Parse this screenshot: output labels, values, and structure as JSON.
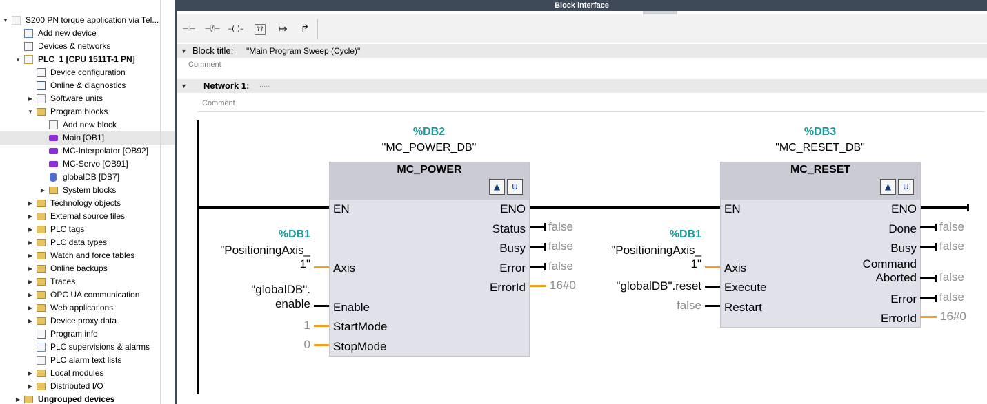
{
  "tree": {
    "items": [
      {
        "label": "S200 PN torque application via Tel...",
        "bold": false,
        "icon": "project-icon",
        "arrow": "open"
      },
      {
        "label": "Add new device",
        "bold": false,
        "icon": "add-device-icon",
        "arrow": ""
      },
      {
        "label": "Devices & networks",
        "bold": false,
        "icon": "network-icon",
        "arrow": ""
      },
      {
        "label": "PLC_1 [CPU 1511T-1 PN]",
        "bold": true,
        "icon": "plc-icon",
        "arrow": "open"
      },
      {
        "label": "Device configuration",
        "bold": false,
        "icon": "device-config-icon",
        "arrow": ""
      },
      {
        "label": "Online & diagnostics",
        "bold": false,
        "icon": "diagnostics-icon",
        "arrow": ""
      },
      {
        "label": "Software units",
        "bold": false,
        "icon": "software-units-icon",
        "arrow": "closed"
      },
      {
        "label": "Program blocks",
        "bold": false,
        "icon": "folder-icon",
        "arrow": "open"
      },
      {
        "label": "Add new block",
        "bold": false,
        "icon": "add-block-icon",
        "arrow": ""
      },
      {
        "label": "Main [OB1]",
        "bold": false,
        "icon": "ob-block-icon",
        "arrow": ""
      },
      {
        "label": "MC-Interpolator [OB92]",
        "bold": false,
        "icon": "ob-block-icon",
        "arrow": ""
      },
      {
        "label": "MC-Servo [OB91]",
        "bold": false,
        "icon": "ob-block-icon",
        "arrow": ""
      },
      {
        "label": "globalDB [DB7]",
        "bold": false,
        "icon": "db-icon",
        "arrow": ""
      },
      {
        "label": "System blocks",
        "bold": false,
        "icon": "folder-icon",
        "arrow": "closed"
      },
      {
        "label": "Technology objects",
        "bold": false,
        "icon": "folder-icon",
        "arrow": "closed"
      },
      {
        "label": "External source files",
        "bold": false,
        "icon": "folder-icon",
        "arrow": "closed"
      },
      {
        "label": "PLC tags",
        "bold": false,
        "icon": "folder-icon",
        "arrow": "closed"
      },
      {
        "label": "PLC data types",
        "bold": false,
        "icon": "folder-icon",
        "arrow": "closed"
      },
      {
        "label": "Watch and force tables",
        "bold": false,
        "icon": "folder-icon",
        "arrow": "closed"
      },
      {
        "label": "Online backups",
        "bold": false,
        "icon": "folder-icon",
        "arrow": "closed"
      },
      {
        "label": "Traces",
        "bold": false,
        "icon": "folder-icon",
        "arrow": "closed"
      },
      {
        "label": "OPC UA communication",
        "bold": false,
        "icon": "folder-icon",
        "arrow": "closed"
      },
      {
        "label": "Web applications",
        "bold": false,
        "icon": "folder-icon",
        "arrow": "closed"
      },
      {
        "label": "Device proxy data",
        "bold": false,
        "icon": "folder-icon",
        "arrow": "closed"
      },
      {
        "label": "Program info",
        "bold": false,
        "icon": "program-info-icon",
        "arrow": ""
      },
      {
        "label": "PLC supervisions & alarms",
        "bold": false,
        "icon": "alarms-icon",
        "arrow": ""
      },
      {
        "label": "PLC alarm text lists",
        "bold": false,
        "icon": "text-list-icon",
        "arrow": ""
      },
      {
        "label": "Local modules",
        "bold": false,
        "icon": "folder-icon",
        "arrow": "closed"
      },
      {
        "label": "Distributed I/O",
        "bold": false,
        "icon": "folder-icon",
        "arrow": "closed"
      },
      {
        "label": "Ungrouped devices",
        "bold": true,
        "icon": "folder-icon",
        "arrow": "closed"
      }
    ]
  },
  "editor": {
    "interface_title": "Block interface",
    "toolbar": [
      {
        "name": "normally-open-contact",
        "glyph": "⊣⊢"
      },
      {
        "name": "normally-closed-contact",
        "glyph": "⊣/⊢"
      },
      {
        "name": "output-coil",
        "glyph": "–( )–"
      },
      {
        "name": "empty-box",
        "glyph": "??"
      },
      {
        "name": "open-branch",
        "glyph": "↦"
      },
      {
        "name": "close-branch",
        "glyph": "↱"
      }
    ],
    "block_title_label": "Block title:",
    "block_title_value": "\"Main Program Sweep (Cycle)\"",
    "block_comment": "Comment",
    "network_label": "Network 1:",
    "network_dots": ".....",
    "network_comment": "Comment"
  },
  "network": {
    "power": {
      "db_number": "%DB2",
      "db_name": "\"MC_POWER_DB\"",
      "type": "MC_POWER",
      "inputs": {
        "en": "EN",
        "axis": "Axis",
        "enable": "Enable",
        "startmode": "StartMode",
        "stopmode": "StopMode"
      },
      "outputs": {
        "eno": "ENO",
        "status": "Status",
        "busy": "Busy",
        "error": "Error",
        "errorid": "ErrorId"
      },
      "axis_db": "%DB1",
      "axis_operand_line1": "\"PositioningAxis_",
      "axis_operand_line2": "1\"",
      "enable_operand_line1": "\"globalDB\".",
      "enable_operand_line2": "enable",
      "startmode_value": "1",
      "stopmode_value": "0",
      "status_value": "false",
      "busy_value": "false",
      "error_value": "false",
      "errorid_value": "16#0"
    },
    "reset": {
      "db_number": "%DB3",
      "db_name": "\"MC_RESET_DB\"",
      "type": "MC_RESET",
      "inputs": {
        "en": "EN",
        "axis": "Axis",
        "execute": "Execute",
        "restart": "Restart"
      },
      "outputs": {
        "eno": "ENO",
        "done": "Done",
        "busy": "Busy",
        "cmd_line1": "Command",
        "cmd_line2": "Aborted",
        "error": "Error",
        "errorid": "ErrorId"
      },
      "axis_db": "%DB1",
      "axis_operand_line1": "\"PositioningAxis_",
      "axis_operand_line2": "1\"",
      "execute_operand": "\"globalDB\".reset",
      "restart_value": "false",
      "done_value": "false",
      "busy_value": "false",
      "cmd_aborted_value": "false",
      "error_value": "false",
      "errorid_value": "16#0"
    }
  },
  "colors": {
    "accent_teal": "#1a9a9a",
    "wire_orange": "#f2a01d",
    "block_body": "#e1e1ea",
    "block_header": "#cbcbd6",
    "panel_dark": "#3e4a58",
    "monitor_gray": "#8c8c8c"
  }
}
